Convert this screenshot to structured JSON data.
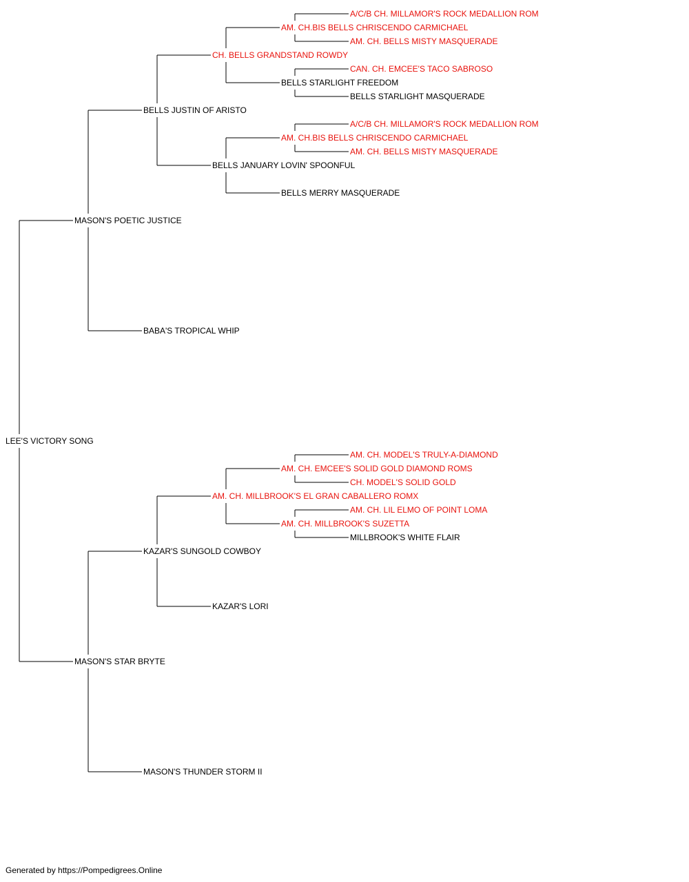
{
  "colors": {
    "champion": "#e8120c",
    "normal": "#000000",
    "line": "#000000"
  },
  "pedigree": {
    "name": "LEE'S VICTORY SONG",
    "champion": false,
    "parents": [
      {
        "name": "MASON'S POETIC JUSTICE",
        "champion": false,
        "parents": [
          {
            "name": "BELLS JUSTIN OF ARISTO",
            "champion": false,
            "parents": [
              {
                "name": "CH. BELLS GRANDSTAND ROWDY",
                "champion": true,
                "parents": [
                  {
                    "name": "AM. CH.BIS BELLS CHRISCENDO CARMICHAEL",
                    "champion": true,
                    "parents": [
                      {
                        "name": "A/C/B CH. MILLAMOR'S ROCK MEDALLION ROM",
                        "champion": true
                      },
                      {
                        "name": "AM. CH. BELLS MISTY MASQUERADE",
                        "champion": true
                      }
                    ]
                  },
                  {
                    "name": "BELLS STARLIGHT FREEDOM",
                    "champion": false,
                    "parents": [
                      {
                        "name": "CAN. CH. EMCEE'S TACO SABROSO",
                        "champion": true
                      },
                      {
                        "name": "BELLS STARLIGHT MASQUERADE",
                        "champion": false
                      }
                    ]
                  }
                ]
              },
              {
                "name": "BELLS JANUARY LOVIN' SPOONFUL",
                "champion": false,
                "parents": [
                  {
                    "name": "AM. CH.BIS BELLS CHRISCENDO CARMICHAEL",
                    "champion": true,
                    "parents": [
                      {
                        "name": "A/C/B CH. MILLAMOR'S ROCK MEDALLION ROM",
                        "champion": true
                      },
                      {
                        "name": "AM. CH. BELLS MISTY MASQUERADE",
                        "champion": true
                      }
                    ]
                  },
                  {
                    "name": "BELLS MERRY MASQUERADE",
                    "champion": false
                  }
                ]
              }
            ]
          },
          {
            "name": "BABA'S TROPICAL WHIP",
            "champion": false
          }
        ]
      },
      {
        "name": "MASON'S STAR BRYTE",
        "champion": false,
        "parents": [
          {
            "name": "KAZAR'S SUNGOLD COWBOY",
            "champion": false,
            "parents": [
              {
                "name": "AM. CH. MILLBROOK'S EL GRAN CABALLERO ROMX",
                "champion": true,
                "parents": [
                  {
                    "name": "AM. CH. EMCEE'S SOLID GOLD DIAMOND ROMS",
                    "champion": true,
                    "parents": [
                      {
                        "name": "AM. CH. MODEL'S TRULY-A-DIAMOND",
                        "champion": true
                      },
                      {
                        "name": "CH. MODEL'S SOLID GOLD",
                        "champion": true
                      }
                    ]
                  },
                  {
                    "name": "AM. CH. MILLBROOK'S SUZETTA",
                    "champion": true,
                    "parents": [
                      {
                        "name": "AM. CH. LIL ELMO OF POINT LOMA",
                        "champion": true
                      },
                      {
                        "name": "MILLBROOK'S WHITE FLAIR",
                        "champion": false
                      }
                    ]
                  }
                ]
              },
              {
                "name": "KAZAR'S LORI",
                "champion": false
              }
            ]
          },
          {
            "name": "MASON'S THUNDER STORM II",
            "champion": false
          }
        ]
      }
    ]
  },
  "footer": {
    "text": "Generated by https://Pompedigrees.Online"
  }
}
